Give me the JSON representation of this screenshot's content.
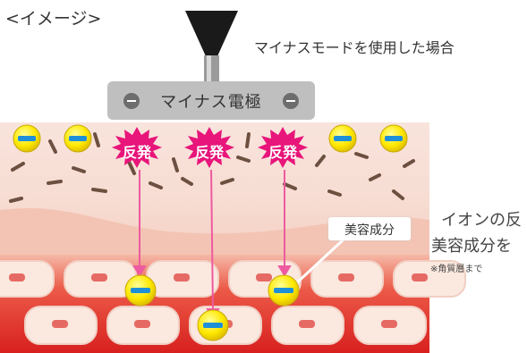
{
  "header": {
    "title": "<イメージ>"
  },
  "probe": {
    "caption": "マイナスモードを使用した場合"
  },
  "electrode": {
    "label": "マイナス電極"
  },
  "repulsion": {
    "labels": [
      "反発",
      "反発",
      "反発"
    ]
  },
  "tag": {
    "label": "美容成分"
  },
  "side_text": {
    "line1": "イオンの反",
    "line2": "美容成分を",
    "note": "※角質層まで"
  },
  "colors": {
    "skin_top": "#f7dfd6",
    "skin_mid": "#f3c3b3",
    "cell_layer_bg": "#e8342f",
    "cell_fill": "#fbe8de",
    "burst": "#e8157a",
    "arrow": "#ee5aa0",
    "ion_yellow": "#ffe800",
    "ion_dash": "#1e90d8",
    "electrode_gray": "#bfbfbf",
    "probe_black": "#1a1a1a"
  },
  "icons": {
    "ion": "minus-ion-icon",
    "burst": "starburst-icon",
    "probe": "probe-icon"
  }
}
